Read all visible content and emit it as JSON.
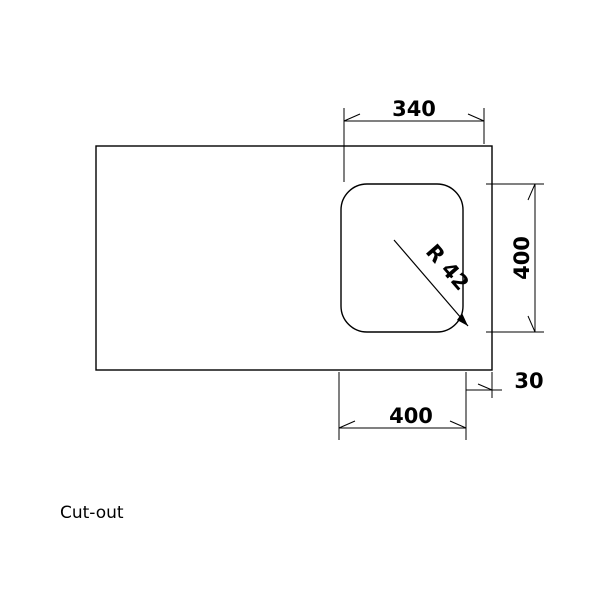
{
  "diagram": {
    "title": "Cut-out",
    "caption": "Cut-out",
    "dimensions": {
      "top_width": "340",
      "right_height": "400",
      "bottom_width": "400",
      "right_offset": "30",
      "corner_radius": "R 42"
    }
  },
  "chart_data": {
    "type": "diagram",
    "title": "Cut-out",
    "labels": [
      "340",
      "400",
      "400",
      "30",
      "R 42"
    ]
  }
}
